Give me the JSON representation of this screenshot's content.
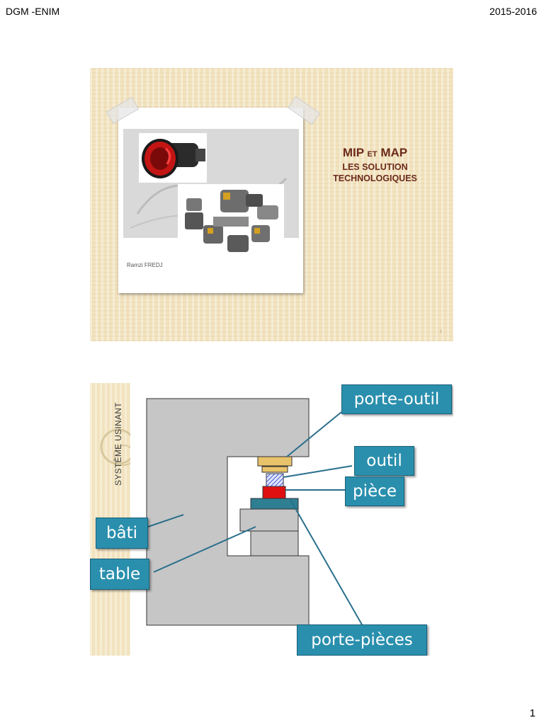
{
  "header": {
    "left": "DGM -ENIM",
    "right": "2015-2016"
  },
  "page_number": "1",
  "slide1": {
    "title_main": "MIP",
    "title_et": "ET",
    "title_main2": "MAP",
    "subtitle_line1": "LES SOLUTION",
    "subtitle_line2": "TECHNOLOGIQUES",
    "author": "Ramzi FREDJ",
    "slide_number": "1"
  },
  "slide2": {
    "side_title": "SYSTÈME USINANT",
    "labels": {
      "porte_outil": "porte-outil",
      "outil": "outil",
      "piece": "pièce",
      "bati": "bâti",
      "table": "table",
      "porte_pieces": "porte-pièces"
    },
    "colors": {
      "label_bg": "#2a8fad",
      "frame": "#c6c6c6",
      "tool_holder": "#e8c36a",
      "workpiece": "#e01010",
      "fixture": "#2e7f92"
    }
  }
}
